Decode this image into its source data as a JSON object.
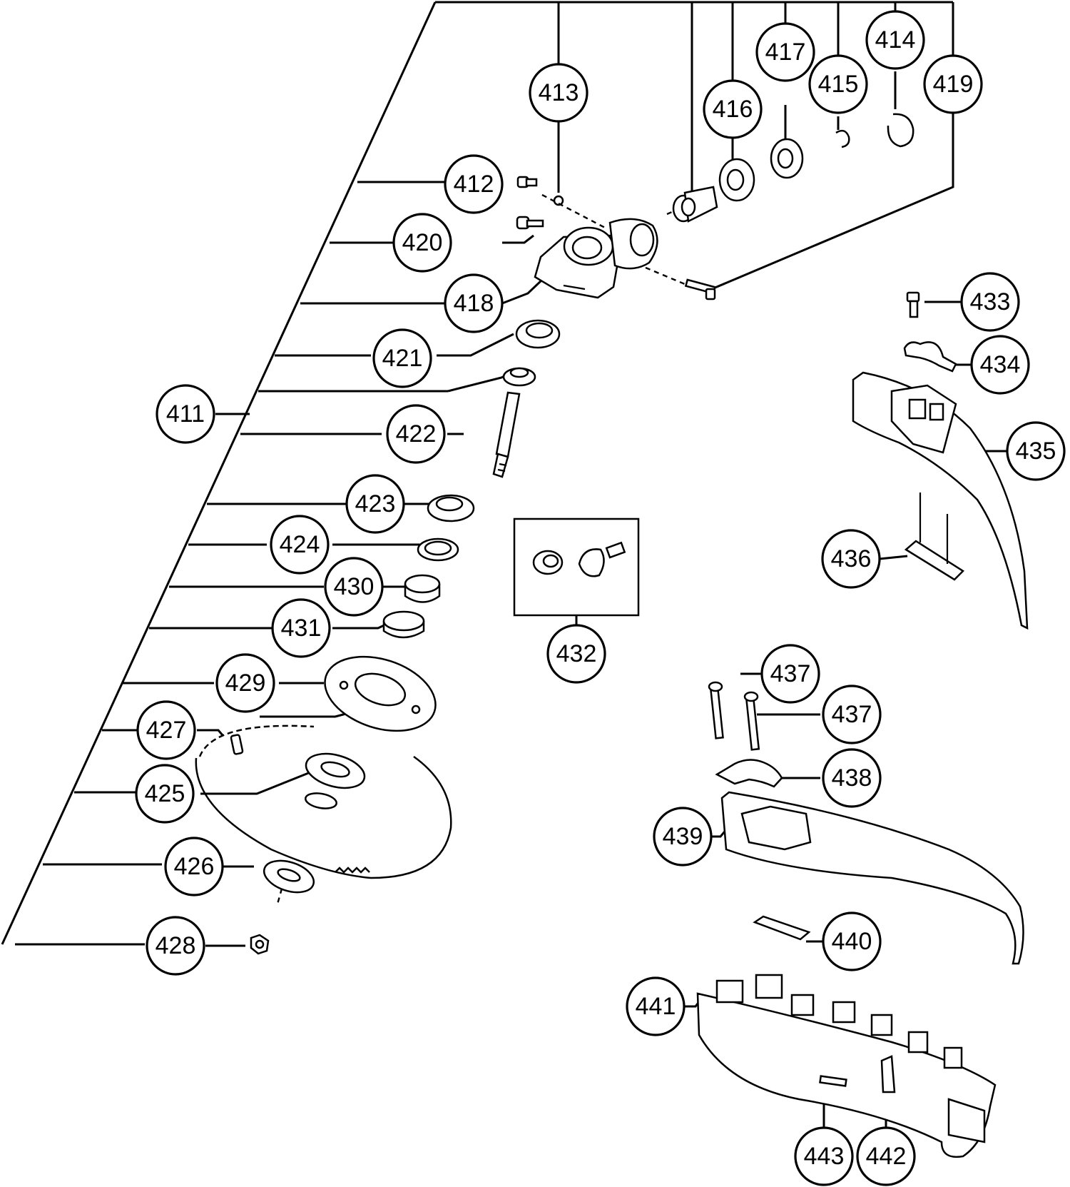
{
  "diagram": {
    "parts": [
      {
        "id": "p411",
        "label": "411"
      },
      {
        "id": "p412",
        "label": "412"
      },
      {
        "id": "p413",
        "label": "413"
      },
      {
        "id": "p414",
        "label": "414"
      },
      {
        "id": "p415",
        "label": "415"
      },
      {
        "id": "p416",
        "label": "416"
      },
      {
        "id": "p417",
        "label": "417"
      },
      {
        "id": "p418",
        "label": "418"
      },
      {
        "id": "p419",
        "label": "419"
      },
      {
        "id": "p420",
        "label": "420"
      },
      {
        "id": "p421",
        "label": "421"
      },
      {
        "id": "p422",
        "label": "422"
      },
      {
        "id": "p423",
        "label": "423"
      },
      {
        "id": "p424",
        "label": "424"
      },
      {
        "id": "p425",
        "label": "425"
      },
      {
        "id": "p426",
        "label": "426"
      },
      {
        "id": "p427",
        "label": "427"
      },
      {
        "id": "p428",
        "label": "428"
      },
      {
        "id": "p429",
        "label": "429"
      },
      {
        "id": "p430",
        "label": "430"
      },
      {
        "id": "p431",
        "label": "431"
      },
      {
        "id": "p432",
        "label": "432"
      },
      {
        "id": "p433",
        "label": "433"
      },
      {
        "id": "p434",
        "label": "434"
      },
      {
        "id": "p435",
        "label": "435"
      },
      {
        "id": "p436",
        "label": "436"
      },
      {
        "id": "p437a",
        "label": "437"
      },
      {
        "id": "p437b",
        "label": "437"
      },
      {
        "id": "p438",
        "label": "438"
      },
      {
        "id": "p439",
        "label": "439"
      },
      {
        "id": "p440",
        "label": "440"
      },
      {
        "id": "p441",
        "label": "441"
      },
      {
        "id": "p442",
        "label": "442"
      },
      {
        "id": "p443",
        "label": "443"
      }
    ]
  }
}
